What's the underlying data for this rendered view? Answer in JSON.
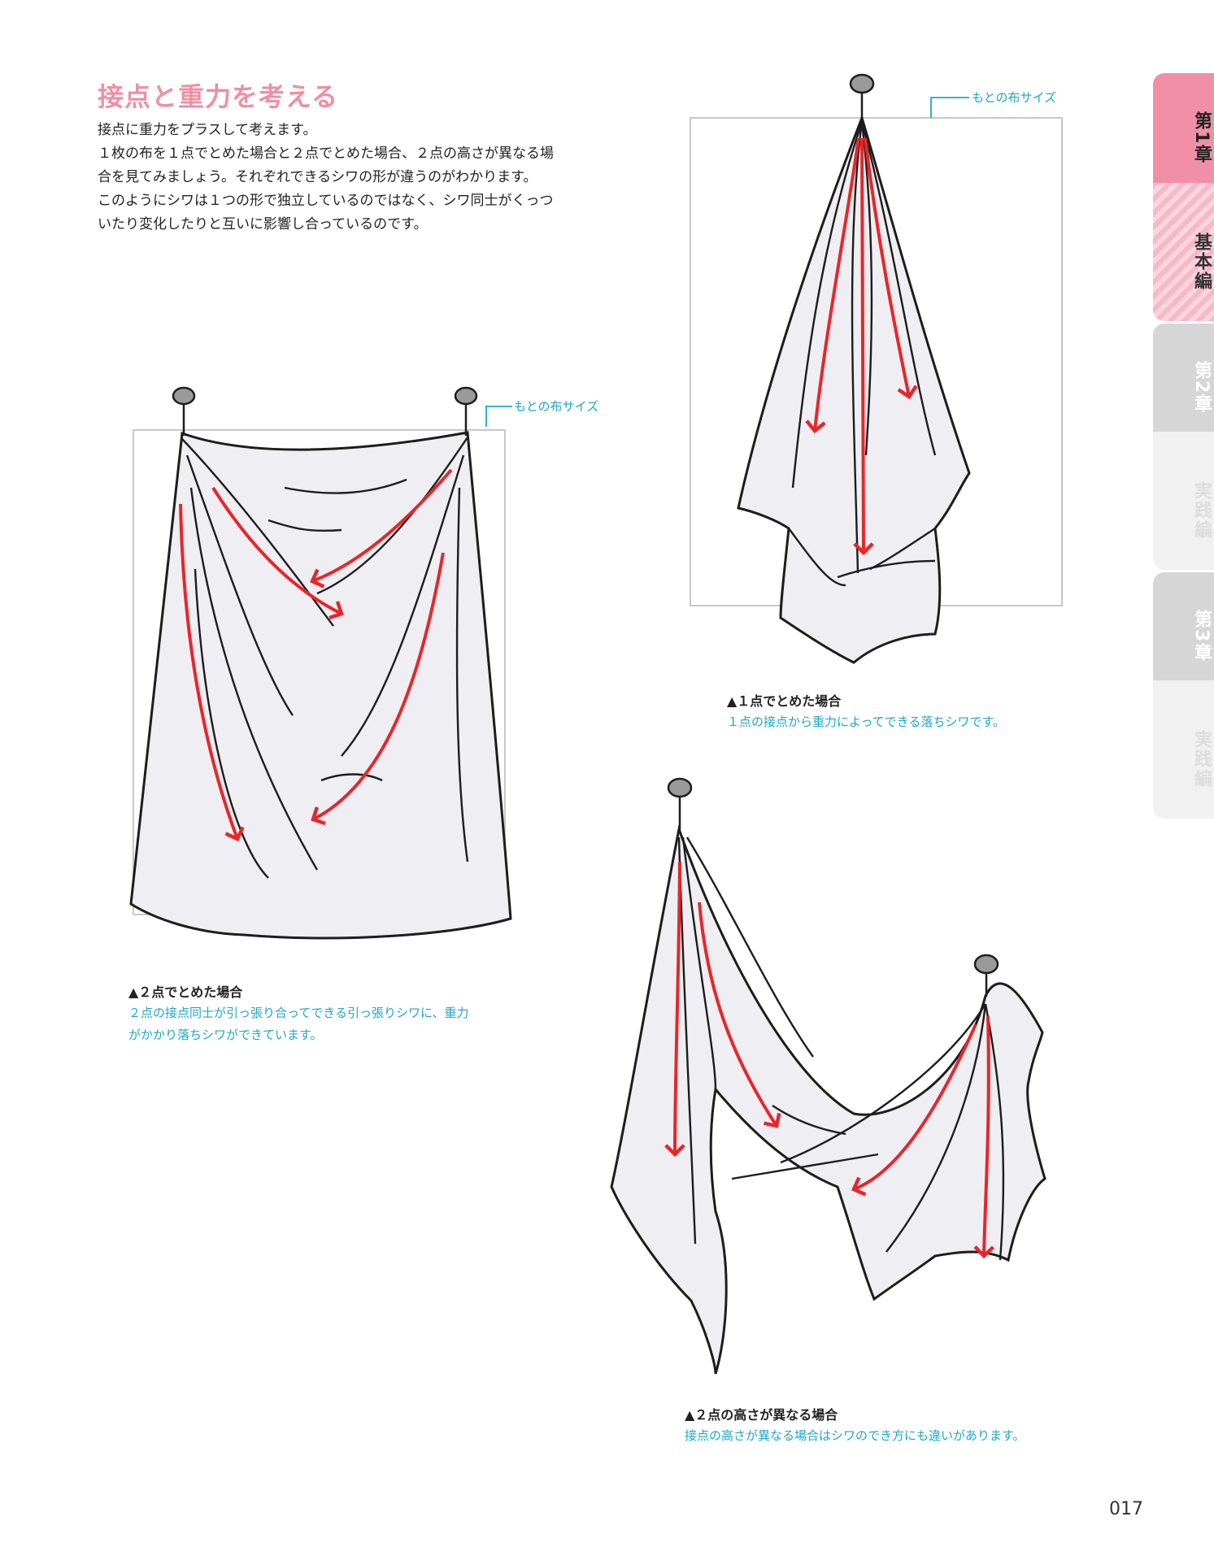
{
  "page": {
    "title": "接点と重力を考える",
    "intro": [
      "接点に重力をプラスして考えます。",
      "１枚の布を１点でとめた場合と２点でとめた場合、２点の高さが異なる場",
      "合を見てみましょう。それぞれできるシワの形が違うのがわかります。",
      "このようにシワは１つの形で独立しているのではなく、シワ同士がくっつ",
      "いたり変化したりと互いに影響し合っているのです。"
    ],
    "page_number": "017"
  },
  "figures": {
    "one_point": {
      "callout": "もとの布サイズ",
      "caption_head": "▲１点でとめた場合",
      "caption_body": "１点の接点から重力によってできる落ちシワです。"
    },
    "two_point": {
      "callout": "もとの布サイズ",
      "caption_head": "▲２点でとめた場合",
      "caption_body_1": "２点の接点同士が引っ張り合ってできる引っ張りシワに、重力",
      "caption_body_2": "がかかり落ちシワができています。"
    },
    "uneven": {
      "caption_head": "▲２点の高さが異なる場合",
      "caption_body": "接点の高さが異なる場合はシワのでき方にも違いがあります。"
    }
  },
  "tabs": [
    {
      "label": "第1章",
      "state": "active"
    },
    {
      "label": "基本編",
      "state": "active"
    },
    {
      "label": "第2章",
      "state": "inactive"
    },
    {
      "label": "実践編",
      "state": "inactive"
    },
    {
      "label": "第3章",
      "state": "inactive"
    },
    {
      "label": "実践編",
      "state": "inactive"
    }
  ],
  "colors": {
    "title": "#ee8fa6",
    "accent": "#1aa8c8",
    "arrow": "#e8262a",
    "cloth": "#eeeef3",
    "pin": "#9a9a9a"
  }
}
